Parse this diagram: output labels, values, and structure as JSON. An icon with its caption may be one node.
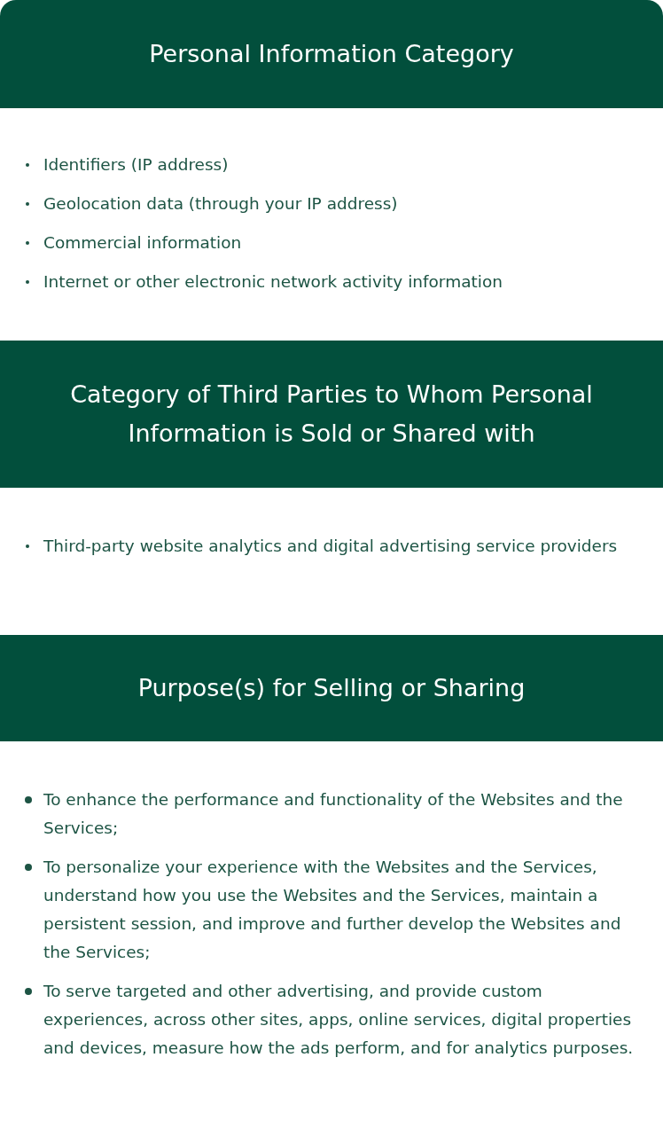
{
  "diagram": {
    "nodes": [
      {
        "text": [
          "Personal Information Category"
        ]
      },
      {
        "text": [
          "Category of Third Parties to Whom Personal Information is Sold or Shared with"
        ]
      },
      {
        "text": [
          "Purpose(s) for Selling or Sharing"
        ]
      }
    ],
    "labels": [
      "Identifiers (IP address)",
      "Geolocation data (through your IP address)",
      "Commercial information",
      "Internet or other electronic network activity information",
      "Third-party website analytics and digital advertising service providers",
      "To enhance the performance and functionality of the Websites and the Services;",
      "To personalize your experience with the Websites and the Services, understand how you use the Websites and the Services, maintain a persistent session, and improve and further develop the Websites and the Services;",
      "To serve targeted and other advertising, and provide custom experiences, across other sites, apps, online services, digital properties and devices, measure how the ads perform, and for analytics purposes."
    ]
  }
}
